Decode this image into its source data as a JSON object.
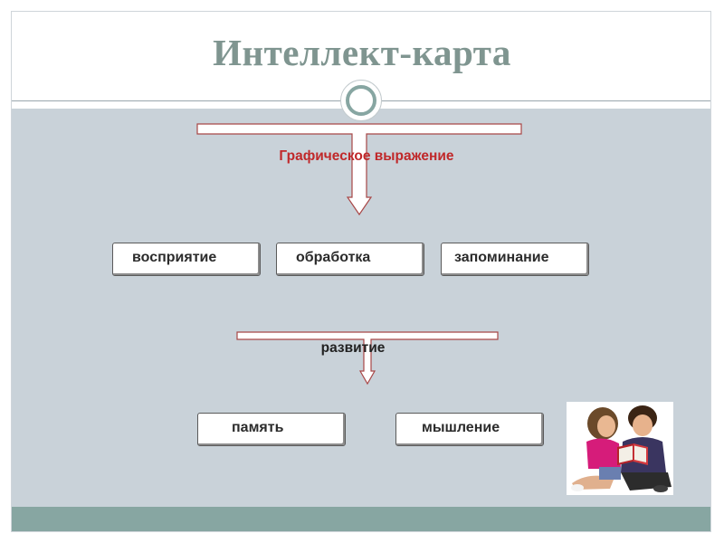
{
  "title": "Интеллект-карта",
  "graphic_label": "Графическое выражение",
  "development_label": "развитие",
  "row1": [
    "восприятие",
    "обработка",
    "запоминание"
  ],
  "row2": [
    "память",
    "мышление"
  ],
  "colors": {
    "accent_teal": "#87a6a2",
    "title": "#7f9590",
    "red_label": "#c0282a",
    "panel": "#c9d2d9"
  },
  "image": {
    "subject": "children reading a book"
  }
}
